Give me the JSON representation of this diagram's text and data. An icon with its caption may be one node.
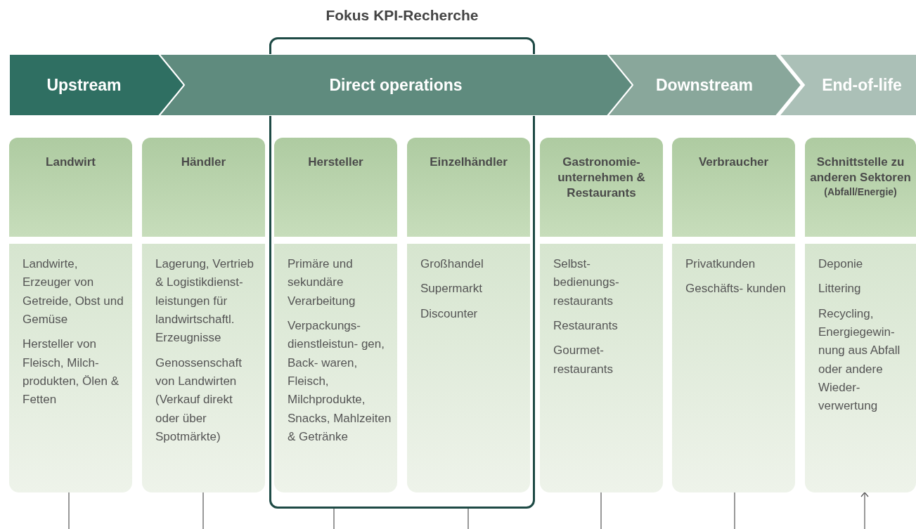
{
  "diagram": {
    "nodes": [
      {
        "text": [
          "Upstream"
        ]
      },
      {
        "text": [
          "Direct operations"
        ]
      },
      {
        "text": [
          "Downstream"
        ]
      },
      {
        "text": [
          "End-of-life"
        ]
      },
      {
        "text": [
          "Fokus KPI-Recherche"
        ]
      },
      {
        "text": [
          "Landwirt"
        ]
      },
      {
        "text": [
          "Landwirte, Erzeuger von Getreide, Obst und Gemüse",
          "Hersteller von Fleisch, Milch- produkten, Ölen & Fetten"
        ]
      },
      {
        "text": [
          "Händler"
        ]
      },
      {
        "text": [
          "Lagerung, Vertrieb & Logistikdienst- leistungen für landwirtschaftl. Erzeugnisse",
          "Genossenschaft von Landwirten (Verkauf direkt oder über Spotmärkte)"
        ]
      },
      {
        "text": [
          "Hersteller"
        ],
        "in": 4
      },
      {
        "text": [
          "Primäre und sekundäre Verarbeitung",
          "Verpackungs- dienstleistun- gen, Back- waren, Fleisch, Milchprodukte, Snacks, Mahlzeiten & Getränke"
        ],
        "in": 4
      },
      {
        "text": [
          "Einzelhändler"
        ],
        "in": 4
      },
      {
        "text": [
          "Großhandel",
          "Supermarkt",
          "Discounter"
        ],
        "in": 4
      },
      {
        "text": [
          "Gastronomie- unternehmen & Restaurants"
        ]
      },
      {
        "text": [
          "Selbst- bedienungs- restaurants",
          "Restaurants",
          "Gourmet- restaurants"
        ]
      },
      {
        "text": [
          "Verbraucher"
        ]
      },
      {
        "text": [
          "Privatkunden",
          "Geschäfts- kunden"
        ]
      },
      {
        "text": [
          "Schnittstelle zu anderen Sektoren",
          "(Abfall/Energie)"
        ]
      },
      {
        "text": [
          "Deponie",
          "Littering",
          "Recycling, Energiegewin- nung aus Abfall oder andere Wieder- verwertung"
        ]
      }
    ],
    "edges": [
      {
        "from": 6,
        "to": null,
        "arrow": "none"
      },
      {
        "from": 8,
        "to": null,
        "arrow": "none"
      },
      {
        "from": 4,
        "to": null,
        "arrow": "none"
      },
      {
        "from": 4,
        "to": null,
        "arrow": "none"
      },
      {
        "from": 14,
        "to": null,
        "arrow": "none"
      },
      {
        "from": 16,
        "to": null,
        "arrow": "none"
      },
      {
        "from": null,
        "to": 18,
        "arrow": "to"
      }
    ]
  }
}
